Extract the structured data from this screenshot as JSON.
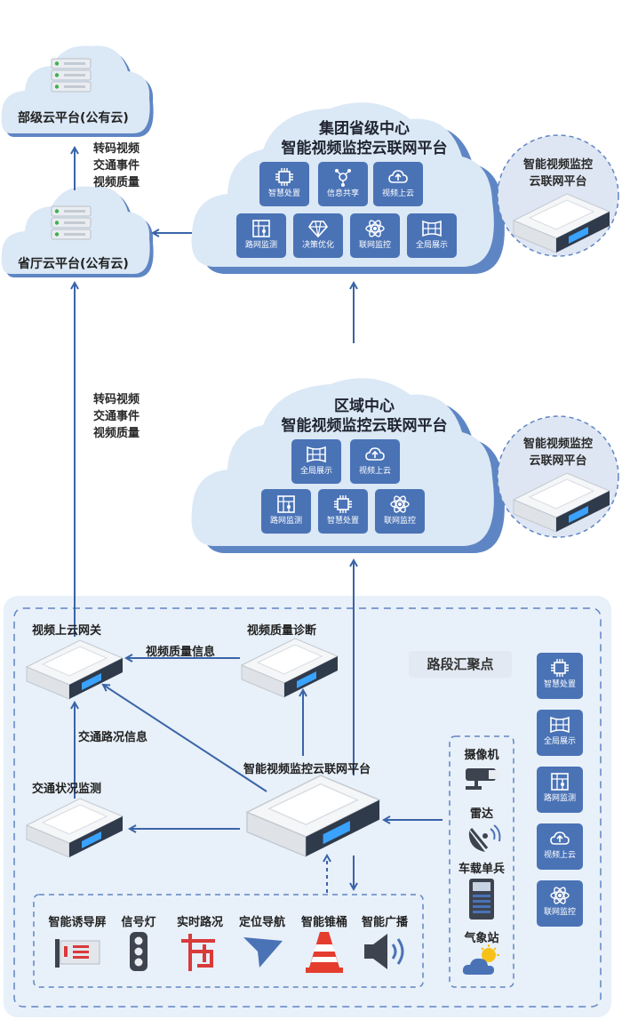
{
  "clouds": {
    "ministry": {
      "label": "部级云平台(公有云)"
    },
    "province": {
      "label": "省厅云平台(公有云)"
    },
    "group": {
      "title_line1": "集团省级中心",
      "title_line2": "智能视频监控云联网平台",
      "tiles": [
        "智慧处置",
        "信息共享",
        "视频上云",
        "路网监测",
        "决策优化",
        "联网监控",
        "全局展示"
      ]
    },
    "region": {
      "title_line1": "区域中心",
      "title_line2": "智能视频监控云联网平台",
      "tiles": [
        "全局展示",
        "视频上云",
        "路网监测",
        "智慧处置",
        "联网监控"
      ]
    },
    "side_circle_top": {
      "label_line1": "智能视频监控",
      "label_line2": "云联网平台"
    },
    "side_circle_mid": {
      "label_line1": "智能视频监控",
      "label_line2": "云联网平台"
    }
  },
  "flows": {
    "upper": [
      "转码视频",
      "交通事件",
      "视频质量"
    ],
    "middle": [
      "转码视频",
      "交通事件",
      "视频质量"
    ],
    "quality_info": "视频质量信息",
    "traffic_info": "交通路况信息"
  },
  "section": {
    "title": "路段汇聚点",
    "devices": {
      "gateway": "视频上云网关",
      "quality_diag": "视频质量诊断",
      "platform": "智能视频监控云联网平台",
      "traffic_monitor": "交通状况监测"
    },
    "field_devices": [
      "智能诱导屏",
      "信号灯",
      "实时路况",
      "定位导航",
      "智能锥桶",
      "智能广播"
    ],
    "sensors": [
      "摄像机",
      "雷达",
      "车载单兵",
      "气象站"
    ],
    "side_tiles": [
      "智慧处置",
      "全局展示",
      "路网监测",
      "视频上云",
      "联网监控"
    ]
  },
  "colors": {
    "accent": "#4a73b6",
    "cloud": "#dbe8f5",
    "cloud_shadow": "#5f86c4",
    "arrow": "#3a64a8",
    "red": "#d93a3a"
  }
}
